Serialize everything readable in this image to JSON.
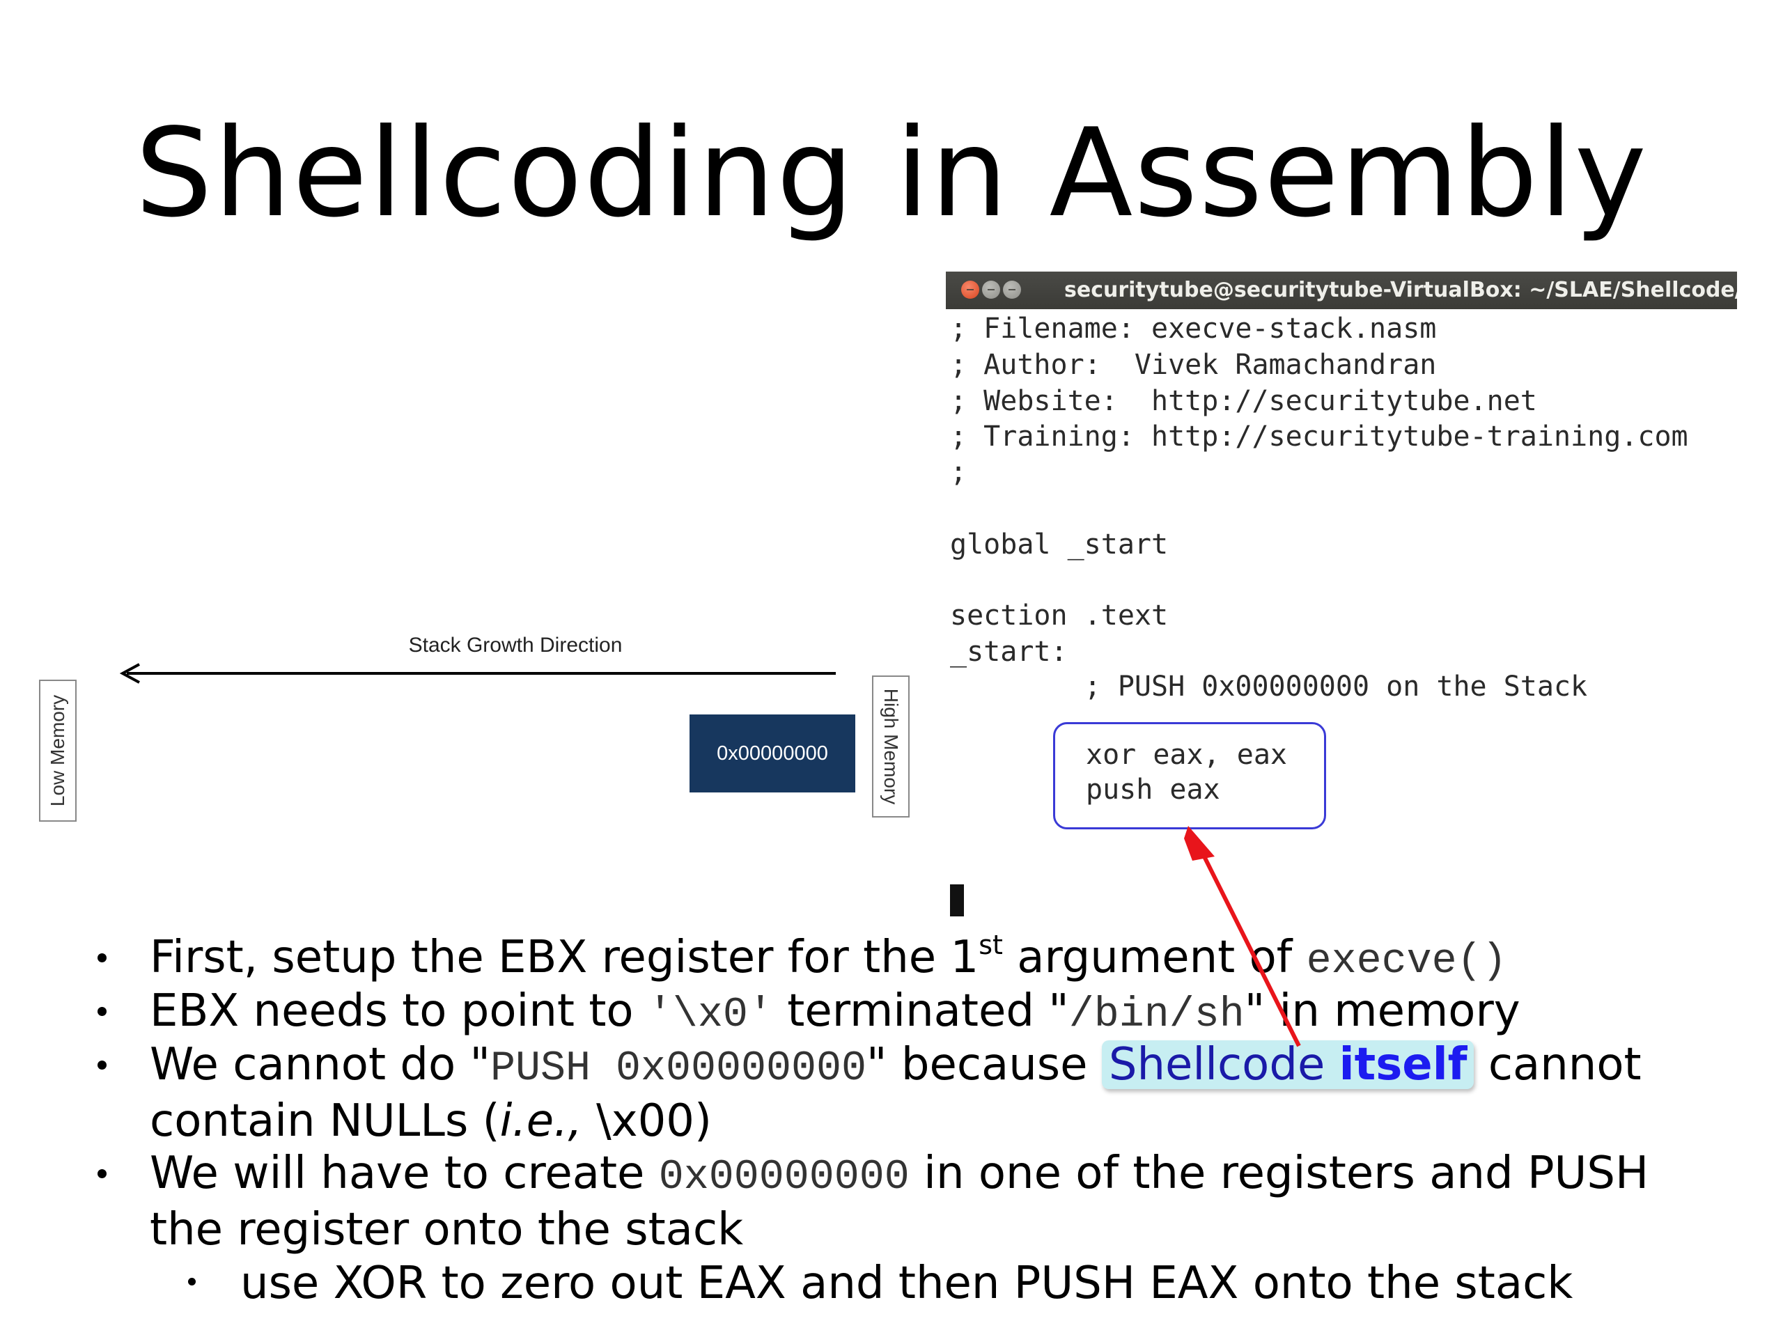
{
  "slide": {
    "title": "Shellcoding in Assembly"
  },
  "diagram": {
    "growth_label": "Stack Growth Direction",
    "low_memory": "Low Memory",
    "high_memory": "High Memory",
    "stack_value": "0x00000000",
    "stack_value_color": "#17375e"
  },
  "terminal": {
    "title": "securitytube@securitytube-VirtualBox: ~/SLAE/Shellcode/Ex",
    "lines": [
      "; Filename: execve-stack.nasm",
      "; Author:  Vivek Ramachandran",
      "; Website:  http://securitytube.net",
      "; Training: http://securitytube-training.com",
      ";",
      "global _start",
      "section .text",
      "_start:",
      "        ; PUSH 0x00000000 on the Stack"
    ],
    "highlighted": [
      "xor eax, eax",
      "push eax"
    ],
    "highlight_color": "#3a3ad6"
  },
  "bullets": {
    "b1": {
      "pre": "First, setup the EBX register for the 1",
      "sup": "st",
      "mid": " argument of ",
      "code": "execve()"
    },
    "b2": {
      "pre": "EBX needs to point to ",
      "code1": "'\\x0'",
      "mid": " terminated \"",
      "code2": "/bin/sh",
      "post": "\" in memory"
    },
    "b3": {
      "pre": "We cannot do \"",
      "code": "PUSH 0x00000000",
      "mid": "\" because ",
      "hl1": "Shellcode ",
      "hl2": "itself",
      "post": " cannot",
      "line2_pre": "contain NULLs (",
      "line2_ital": "i.e.,",
      "line2_post": " \\x00)"
    },
    "b4": {
      "pre": "We will have to create ",
      "code": "0x00000000",
      "post": " in one of the registers and PUSH",
      "line2": "the register onto the stack"
    },
    "b5": {
      "text": "use XOR to zero out EAX and then PUSH EAX onto the stack"
    }
  },
  "arrow_color": "#e8151b"
}
